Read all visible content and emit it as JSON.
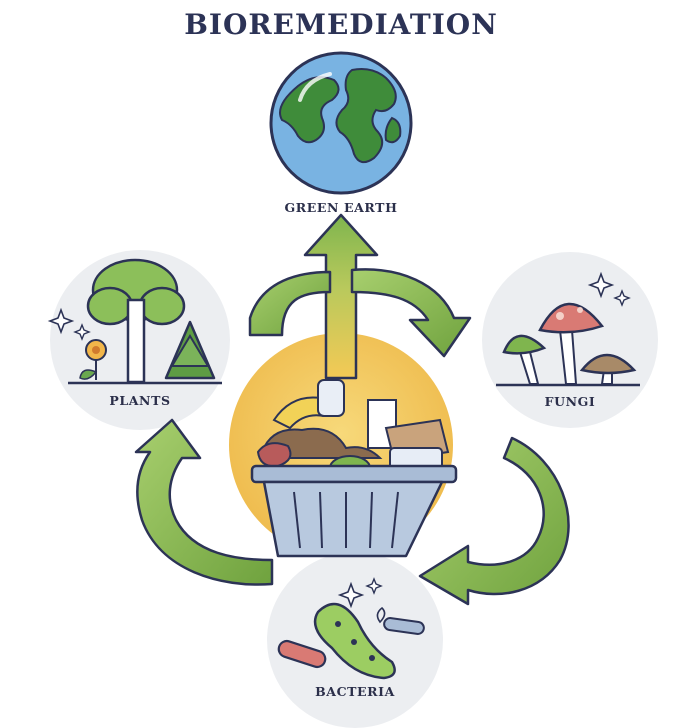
{
  "title": "BIOREMEDIATION",
  "nodes": {
    "earth": "GREEN EARTH",
    "plants": "PLANTS",
    "fungi": "FUNGI",
    "bacteria": "BACTERIA"
  },
  "colors": {
    "title": "#2c3356",
    "arrow_green": "#8fbf5a",
    "arrow_dark": "#5e8c33",
    "center_yellow": "#f2c95a",
    "circle_bg": "#e9eaee",
    "ocean": "#6fa8d9",
    "land": "#3f8c3a"
  }
}
